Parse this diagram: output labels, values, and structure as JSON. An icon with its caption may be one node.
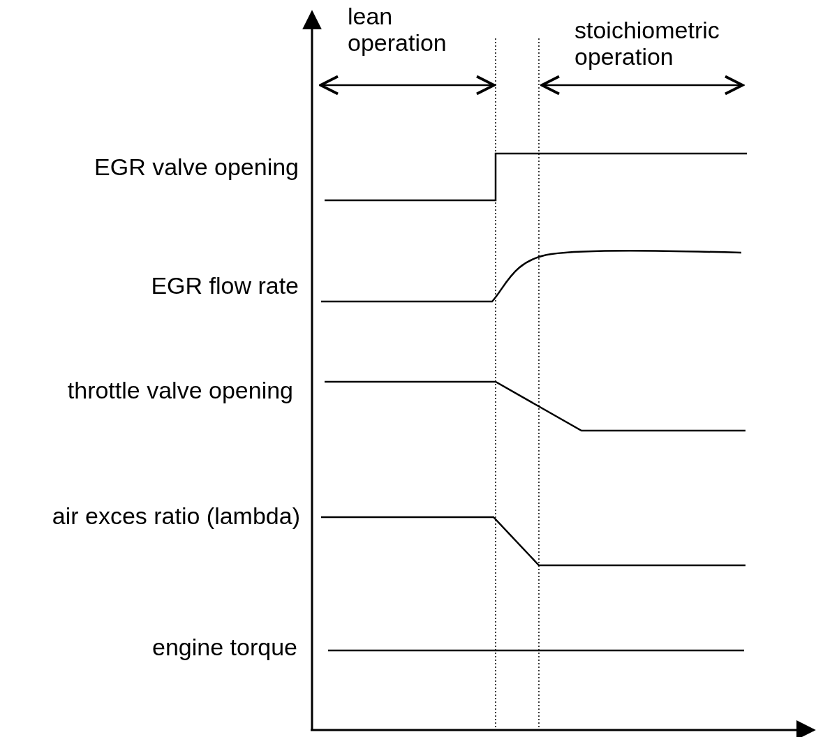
{
  "diagram": {
    "labels": [
      "lean operation",
      "stoichiometric operation",
      "EGR valve opening",
      "EGR flow rate",
      "throttle valve opening",
      "air exces ratio (lambda)",
      "engine torque"
    ]
  }
}
